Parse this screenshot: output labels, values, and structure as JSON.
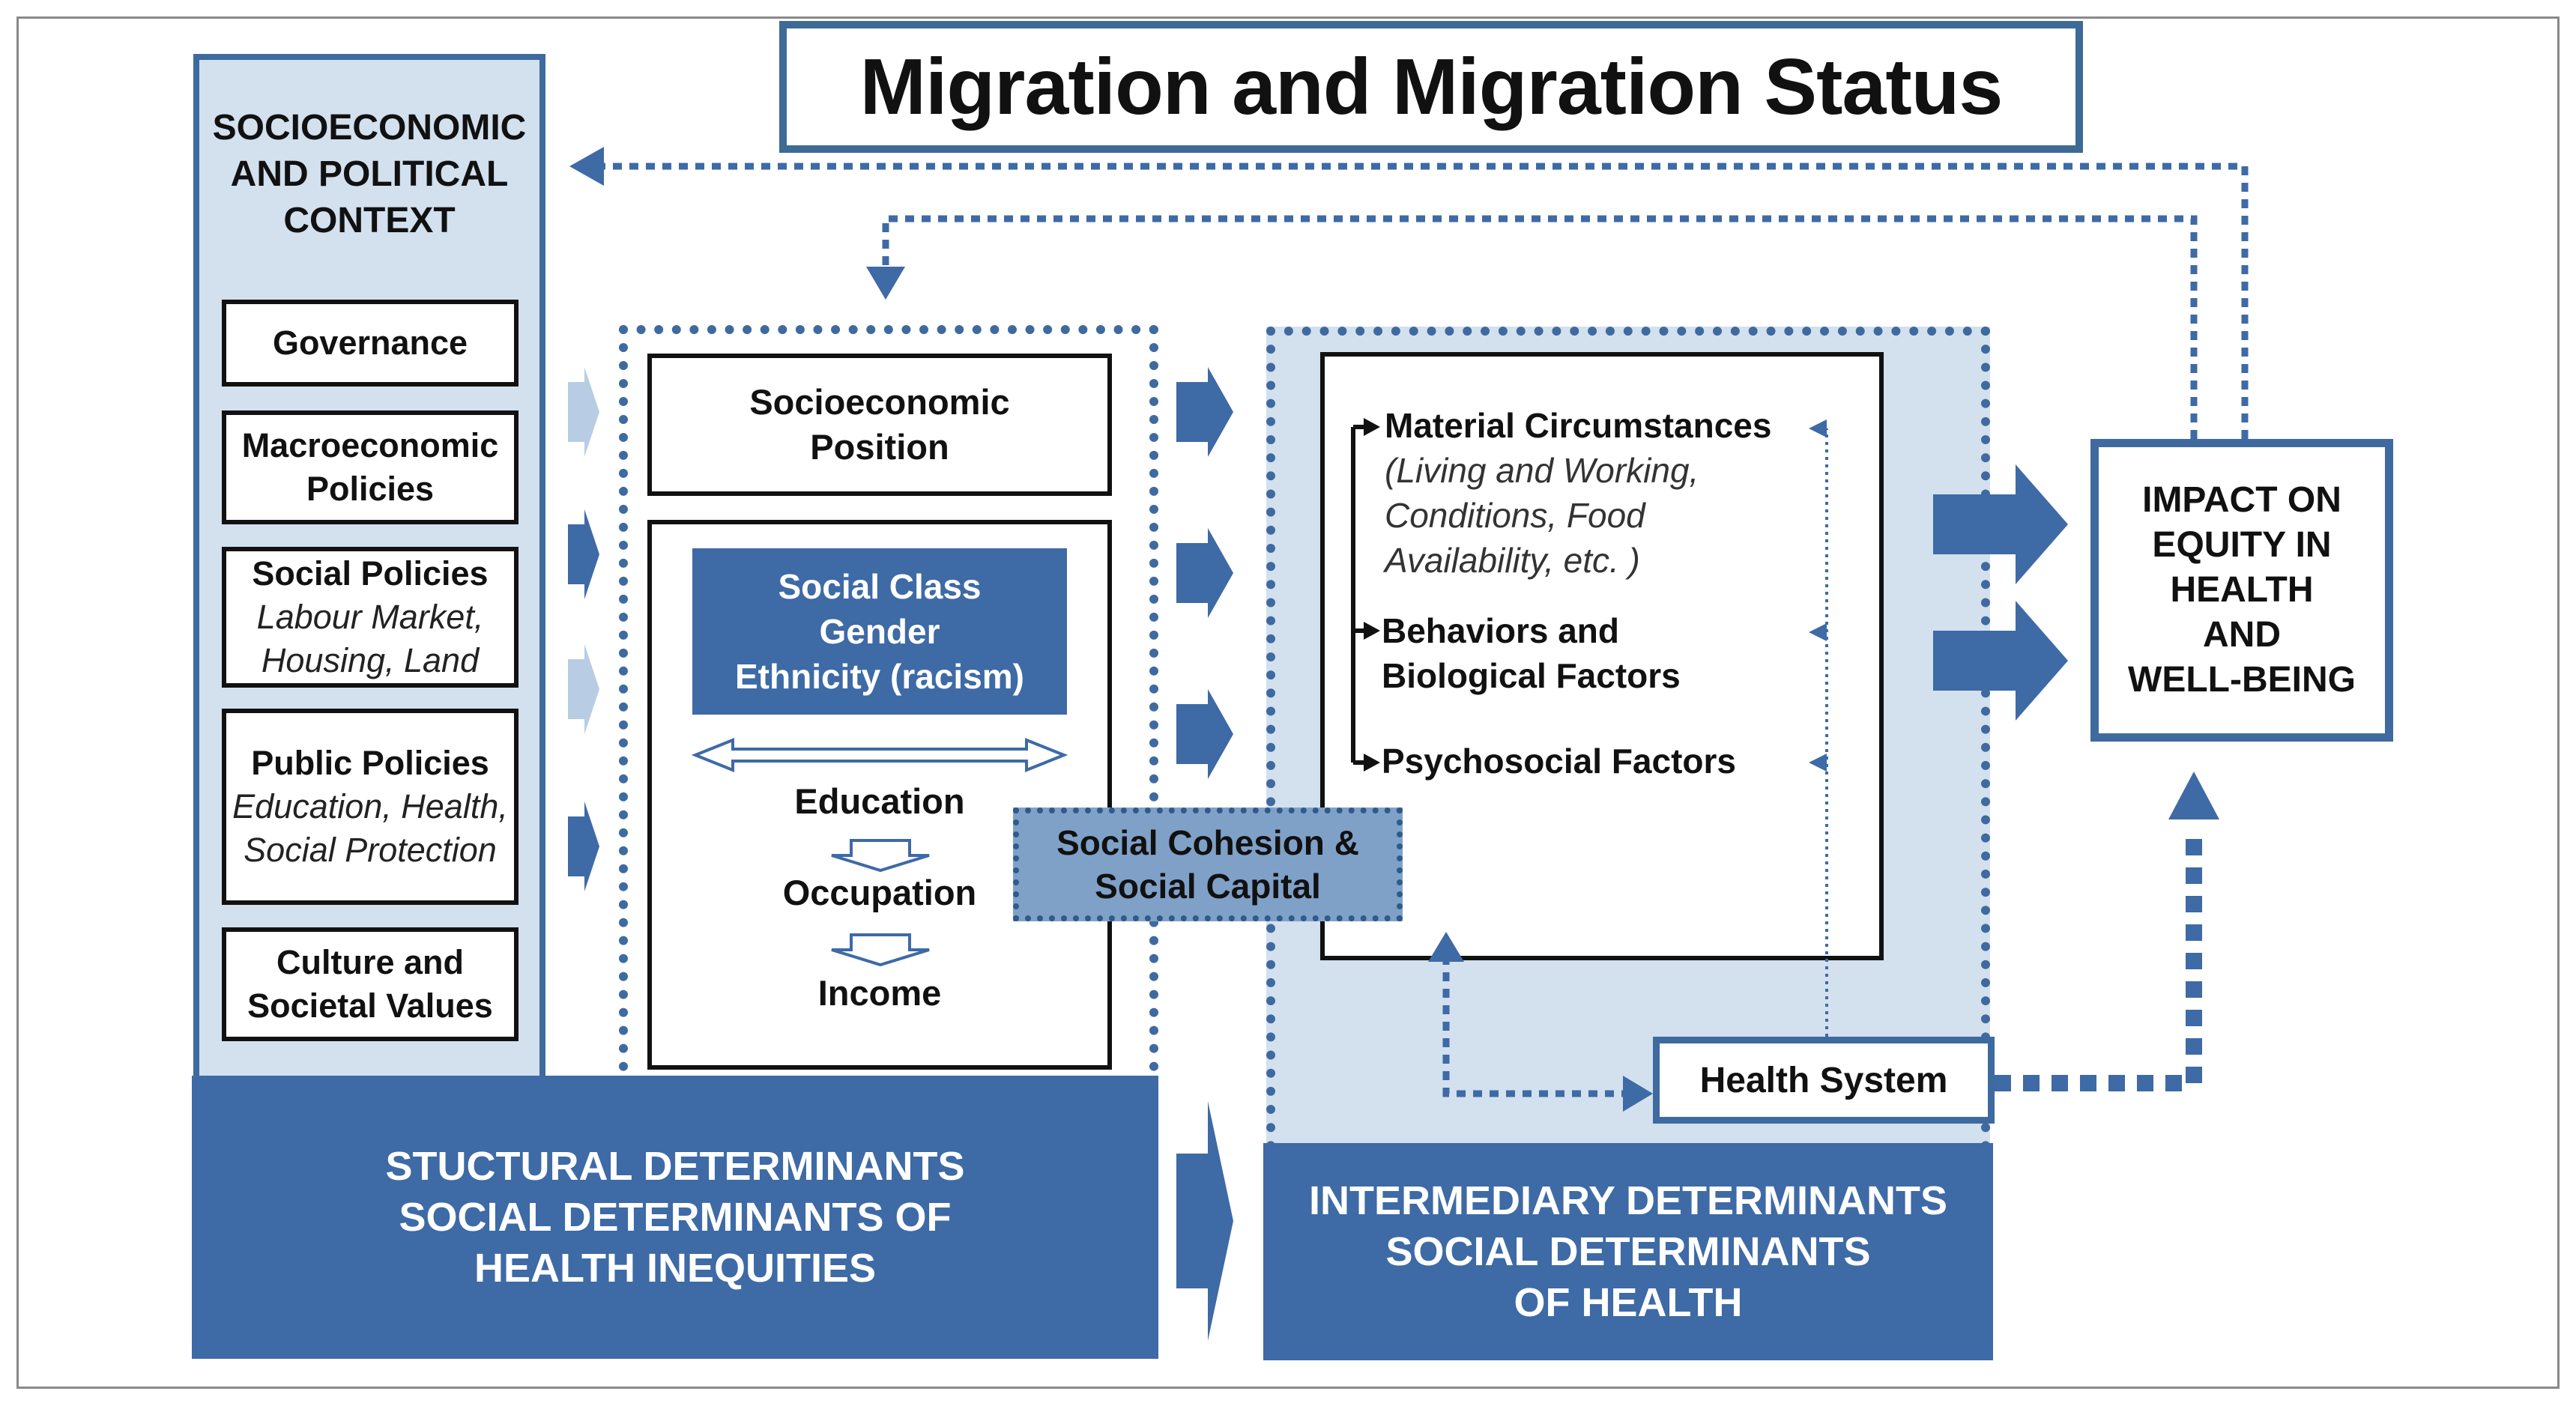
{
  "title": "Migration and Migration Status",
  "context": {
    "title": [
      "SOCIOECONOMIC",
      "AND POLITICAL",
      "CONTEXT"
    ],
    "policies": [
      {
        "bold": [
          "Governance"
        ],
        "italic": []
      },
      {
        "bold": [
          "Macroeconomic",
          "Policies"
        ],
        "italic": []
      },
      {
        "bold": [
          "Social Policies"
        ],
        "italic": [
          "Labour Market,",
          "Housing, Land"
        ]
      },
      {
        "bold": [
          "Public Policies"
        ],
        "italic": [
          "Education, Health,",
          "Social Protection"
        ]
      },
      {
        "bold": [
          "Culture and",
          "Societal Values"
        ],
        "italic": []
      }
    ]
  },
  "structural": {
    "socioeconomic_position": [
      "Socioeconomic",
      "Position"
    ],
    "social_class": [
      "Social Class",
      "Gender",
      "Ethnicity (racism)"
    ],
    "education": "Education",
    "occupation": "Occupation",
    "income": "Income",
    "banner": [
      "STUCTURAL DETERMINANTS",
      "SOCIAL DETERMINANTS OF",
      "HEALTH INEQUITIES"
    ]
  },
  "intermediary": {
    "material": {
      "bold": "Material Circumstances",
      "italic": [
        "(Living and Working,",
        "Conditions, Food",
        "Availability, etc. )"
      ]
    },
    "behaviors": [
      "Behaviors and",
      "Biological Factors"
    ],
    "psychosocial": "Psychosocial Factors",
    "banner": [
      "INTERMEDIARY DETERMINANTS",
      "SOCIAL DETERMINANTS",
      "OF HEALTH"
    ]
  },
  "cohesion": [
    "Social Cohesion &",
    "Social Capital"
  ],
  "health_system": "Health System",
  "impact": [
    "IMPACT ON",
    "EQUITY IN",
    "HEALTH",
    "AND",
    "WELL-BEING"
  ],
  "colors": {
    "primary": "#3e6aa6",
    "light_panel": "#d3e0ee",
    "cohesion_fill": "#7fa1c8"
  }
}
